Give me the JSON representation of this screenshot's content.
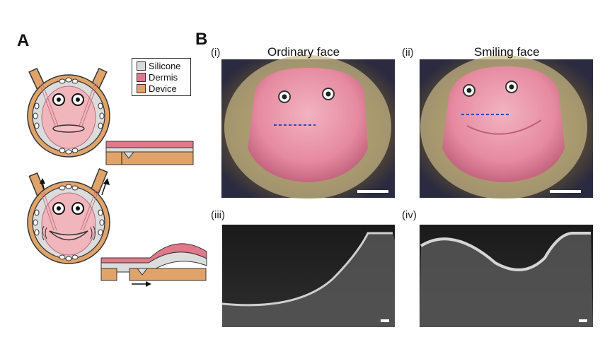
{
  "panels": {
    "A": {
      "letter": "A"
    },
    "B": {
      "letter": "B"
    }
  },
  "legend": [
    {
      "label": "Silicone",
      "color": "#d9d9d9"
    },
    {
      "label": "Dermis",
      "color": "#e07a8a"
    },
    {
      "label": "Device",
      "color": "#e0a46a"
    }
  ],
  "photos": [
    {
      "roman": "(i)",
      "title": "Ordinary face"
    },
    {
      "roman": "(ii)",
      "title": "Smiling face"
    }
  ],
  "scans": [
    {
      "roman": "(iii)"
    },
    {
      "roman": "(iv)"
    }
  ]
}
